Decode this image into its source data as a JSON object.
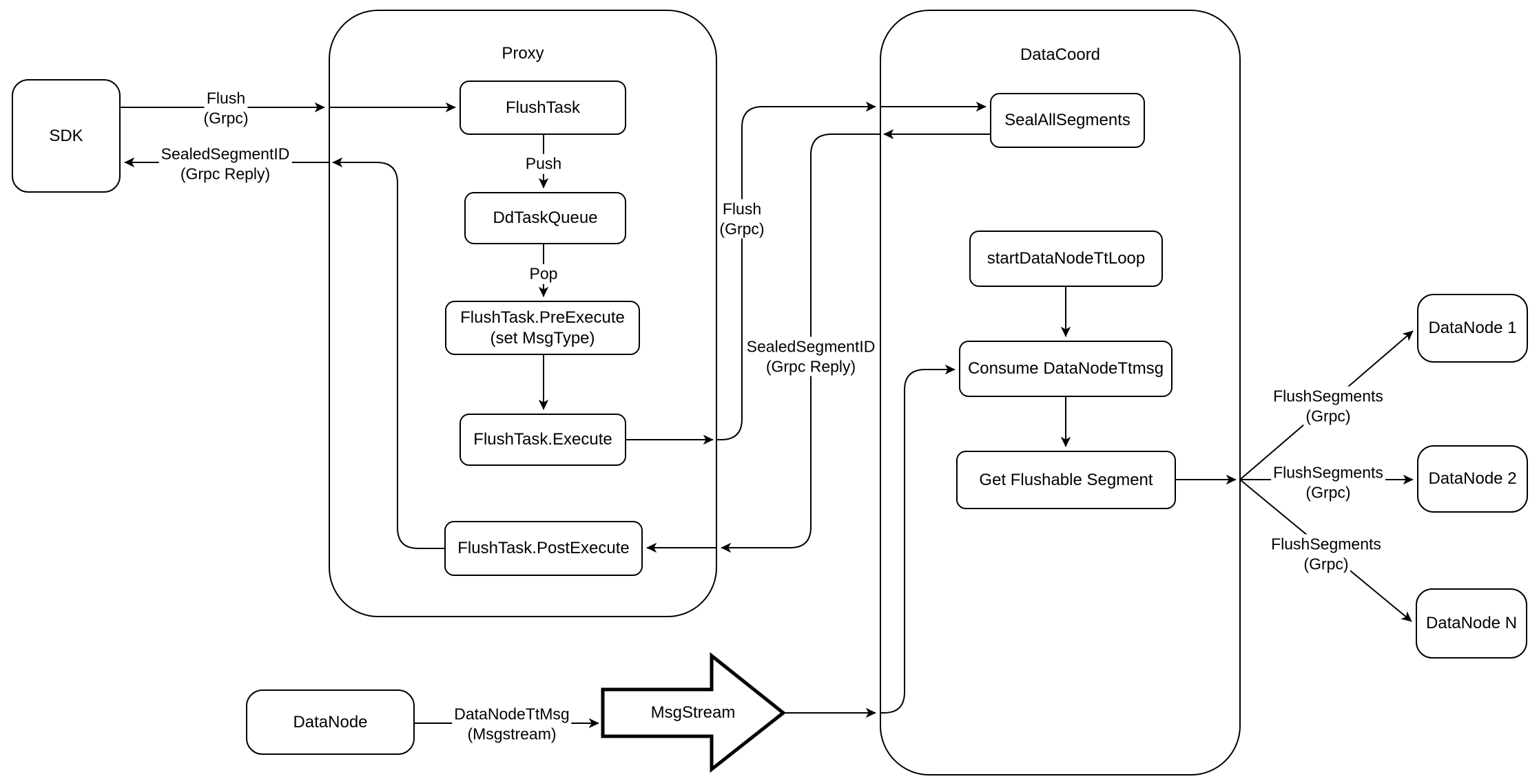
{
  "colors": {
    "line": "#000000",
    "node_fill": "#ffffff",
    "background": "#ffffff"
  },
  "containers": {
    "proxy": {
      "label": "Proxy"
    },
    "datacoord": {
      "label": "DataCoord"
    }
  },
  "nodes": {
    "sdk": {
      "label": "SDK"
    },
    "flush_task": {
      "label": "FlushTask"
    },
    "dd_task_queue": {
      "label": "DdTaskQueue"
    },
    "pre_execute": {
      "label": "FlushTask.PreExecute",
      "sublabel": "(set MsgType)"
    },
    "execute": {
      "label": "FlushTask.Execute"
    },
    "post_execute": {
      "label": "FlushTask.PostExecute"
    },
    "seal_all_segments": {
      "label": "SealAllSegments"
    },
    "start_datanode_tt_loop": {
      "label": "startDataNodeTtLoop"
    },
    "consume_datanode_ttmsg": {
      "label": "Consume DataNodeTtmsg"
    },
    "get_flushable_segment": {
      "label": "Get Flushable Segment"
    },
    "datanode_1": {
      "label": "DataNode 1"
    },
    "datanode_2": {
      "label": "DataNode 2"
    },
    "datanode_n": {
      "label": "DataNode N"
    },
    "datanode_bottom": {
      "label": "DataNode"
    },
    "msgstream": {
      "label": "MsgStream"
    }
  },
  "edge_labels": {
    "flush_left": {
      "line1": "Flush",
      "line2": "(Grpc)"
    },
    "sealed_left": {
      "line1": "SealedSegmentID",
      "line2": "(Grpc Reply)"
    },
    "push": {
      "line1": "Push"
    },
    "pop": {
      "line1": "Pop"
    },
    "flush_mid": {
      "line1": "Flush",
      "line2": "(Grpc)"
    },
    "sealed_mid": {
      "line1": "SealedSegmentID",
      "line2": "(Grpc Reply)"
    },
    "flush_segments_1": {
      "line1": "FlushSegments",
      "line2": "(Grpc)"
    },
    "flush_segments_2": {
      "line1": "FlushSegments",
      "line2": "(Grpc)"
    },
    "flush_segments_3": {
      "line1": "FlushSegments",
      "line2": "(Grpc)"
    },
    "datanode_ttmsg": {
      "line1": "DataNodeTtMsg",
      "line2": "(Msgstream)"
    }
  }
}
